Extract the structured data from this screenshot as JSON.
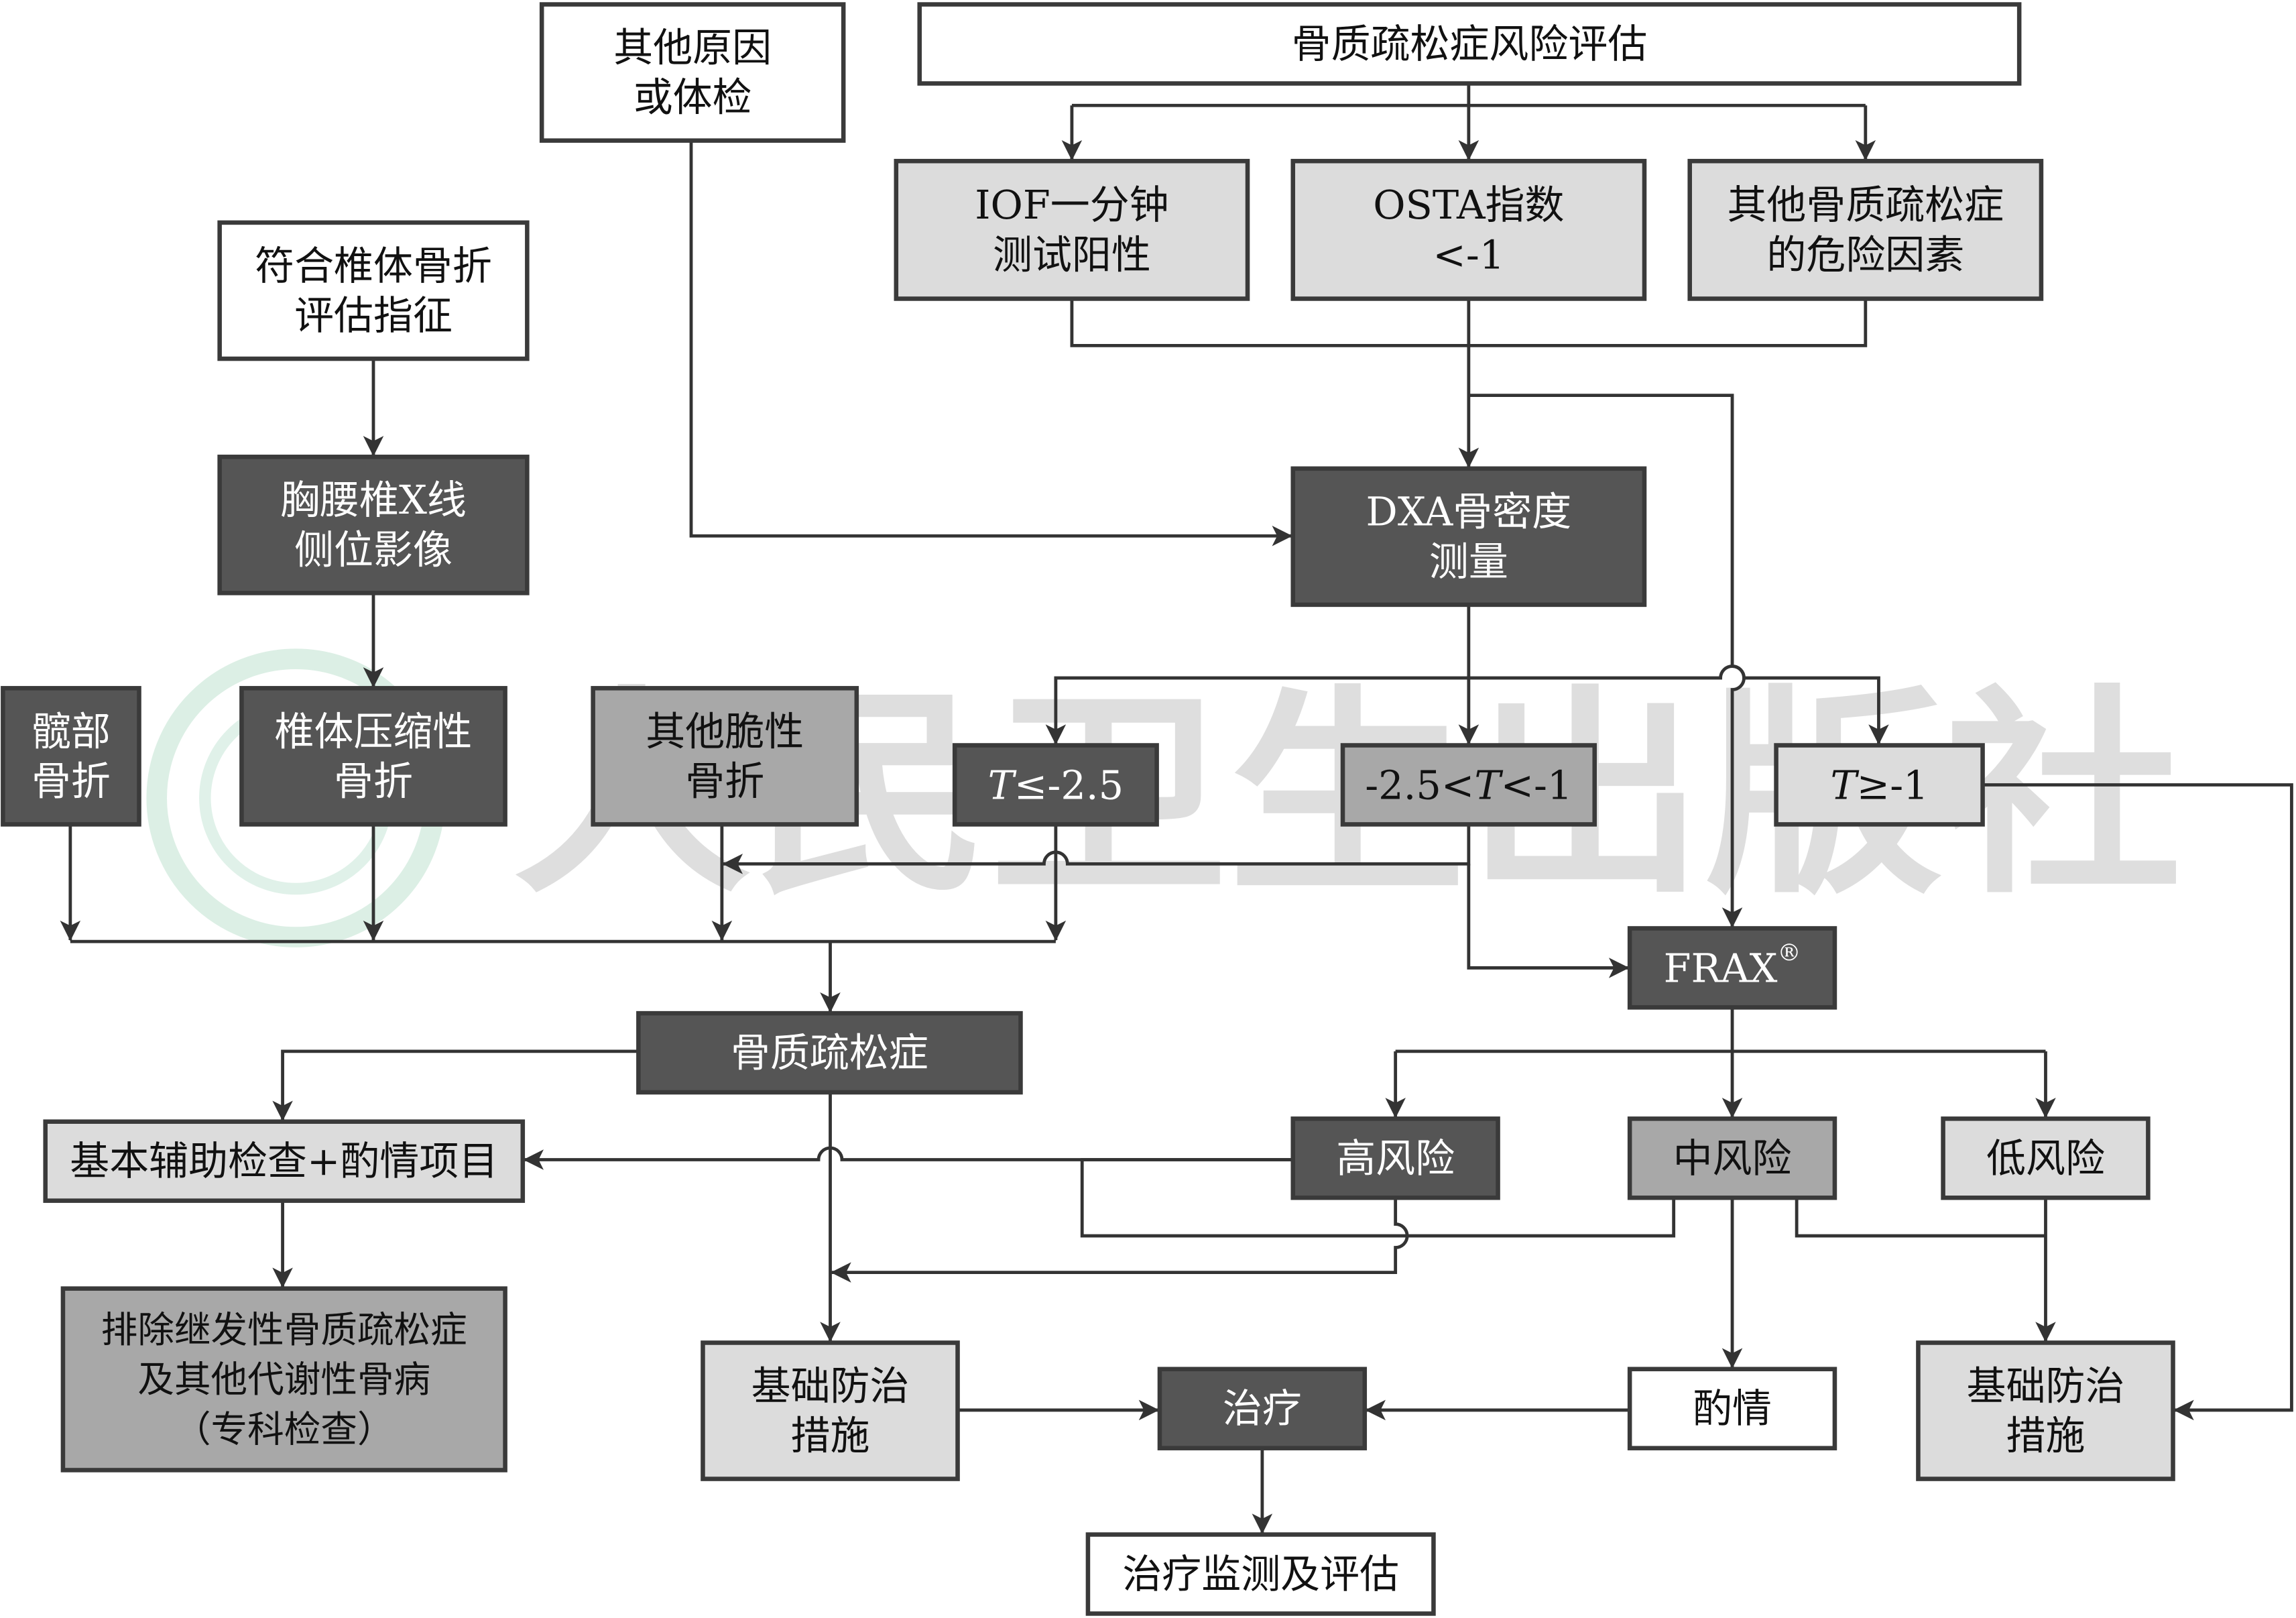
{
  "colors": {
    "white": "#ffffff",
    "light": "#dcdcdc",
    "mid": "#a8a8a8",
    "dark": "#555555",
    "border": "#3a3a3a",
    "line": "#333333",
    "text_dark": "#111111",
    "text_light": "#ffffff",
    "watermark_text": "#c4c4c4",
    "watermark_ring": "#d3ebdf"
  },
  "watermark": {
    "text": "人民卫生出版社"
  },
  "boxes": {
    "risk_assessment": {
      "lines": [
        "骨质疏松症风险评估"
      ]
    },
    "other_causes": {
      "lines": [
        "其他原因",
        "或体检"
      ]
    },
    "iof_test": {
      "lines": [
        "IOF一分钟",
        "测试阳性"
      ]
    },
    "osta_index": {
      "lines": [
        "OSTA指数",
        "<-1"
      ]
    },
    "other_risk_factors": {
      "lines": [
        "其他骨质疏松症",
        "的危险因素"
      ]
    },
    "vertebral_indication": {
      "lines": [
        "符合椎体骨折",
        "评估指征"
      ]
    },
    "xray_lateral": {
      "lines": [
        "胸腰椎X线",
        "侧位影像"
      ]
    },
    "dxa_measurement": {
      "lines": [
        "DXA骨密度",
        "测量"
      ]
    },
    "hip_fracture": {
      "lines": [
        "髋部",
        "骨折"
      ]
    },
    "vertebral_compression": {
      "lines": [
        "椎体压缩性",
        "骨折"
      ]
    },
    "other_fragility": {
      "lines": [
        "其他脆性",
        "骨折"
      ]
    },
    "t_low": {
      "lines": [
        "T≤-2.5"
      ]
    },
    "t_mid": {
      "lines": [
        "-2.5<T<-1"
      ]
    },
    "t_high": {
      "lines": [
        "T≥-1"
      ]
    },
    "frax": {
      "lines": [
        "FRAX®"
      ]
    },
    "osteoporosis": {
      "lines": [
        "骨质疏松症"
      ]
    },
    "basic_exam": {
      "lines": [
        "基本辅助检查+酌情项目"
      ]
    },
    "high_risk": {
      "lines": [
        "高风险"
      ]
    },
    "medium_risk": {
      "lines": [
        "中风险"
      ]
    },
    "low_risk": {
      "lines": [
        "低风险"
      ]
    },
    "exclude_secondary": {
      "lines": [
        "排除继发性骨质疏松症",
        "及其他代谢性骨病",
        "（专科检查）"
      ]
    },
    "basic_prevention_left": {
      "lines": [
        "基础防治",
        "措施"
      ]
    },
    "treatment": {
      "lines": [
        "治疗"
      ]
    },
    "discretion": {
      "lines": [
        "酌情"
      ]
    },
    "basic_prevention_right": {
      "lines": [
        "基础防治",
        "措施"
      ]
    },
    "treatment_monitoring": {
      "lines": [
        "治疗监测及评估"
      ]
    }
  }
}
